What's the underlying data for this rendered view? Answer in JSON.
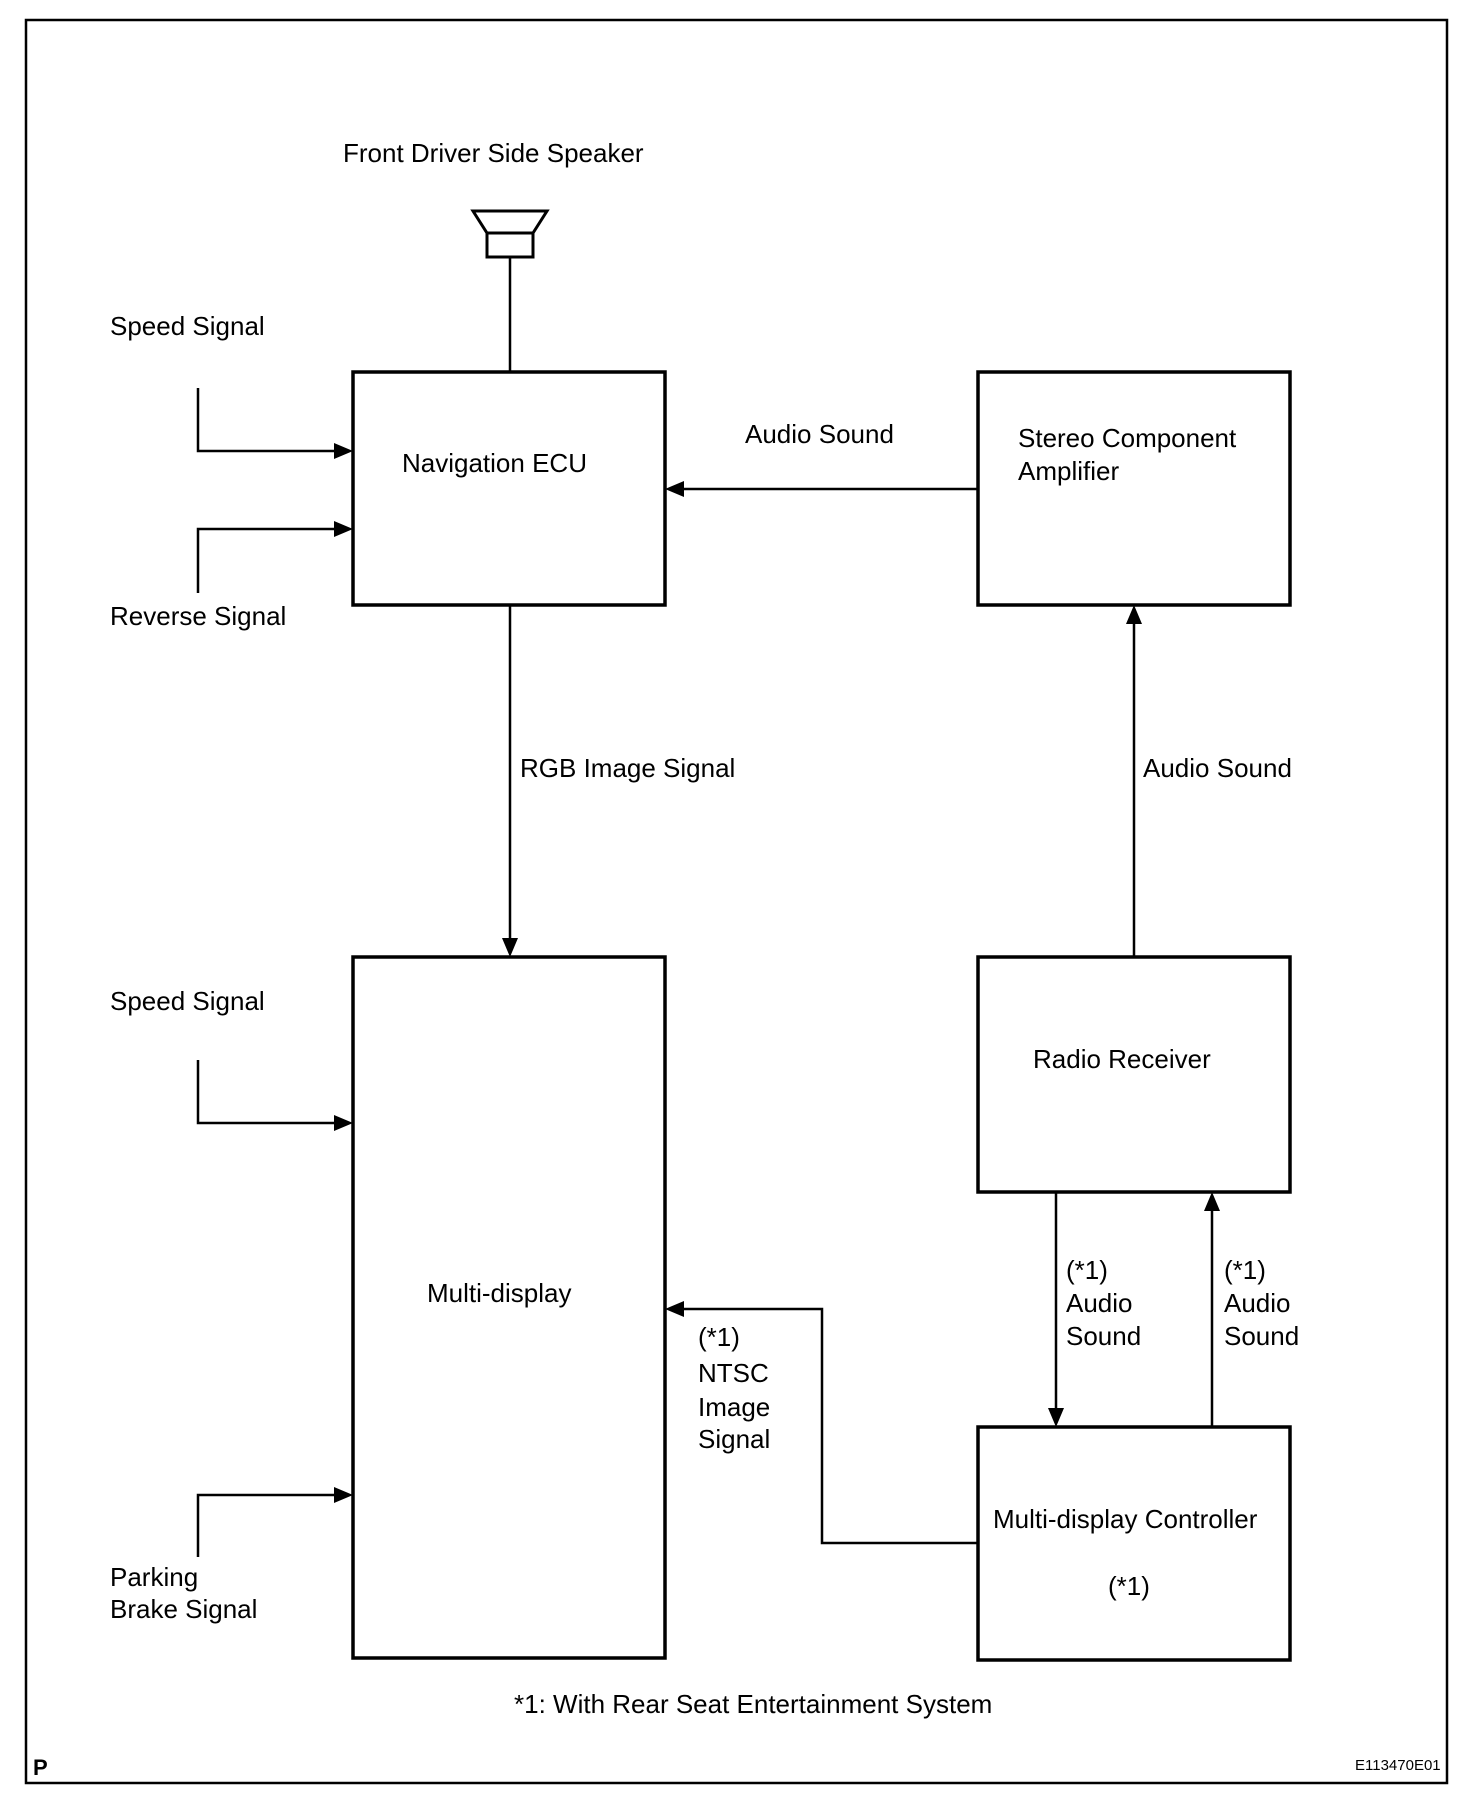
{
  "header": {
    "speaker_label": "Front Driver Side Speaker"
  },
  "inputs": {
    "nav_speed": "Speed Signal",
    "nav_reverse": "Reverse Signal",
    "md_speed": "Speed Signal",
    "md_parking_line1": "Parking",
    "md_parking_line2": "Brake Signal"
  },
  "blocks": {
    "navigation_ecu": "Navigation ECU",
    "stereo_line1": "Stereo Component",
    "stereo_line2": "Amplifier",
    "multi_display": "Multi-display",
    "radio_receiver": "Radio Receiver",
    "md_controller": "Multi-display Controller",
    "md_controller_note": "(*1)"
  },
  "signals": {
    "audio_to_nav": "Audio Sound",
    "rgb_image": "RGB Image Signal",
    "audio_to_amp": "Audio Sound",
    "down_note": "(*1)",
    "down_line1": "Audio",
    "down_line2": "Sound",
    "up_note": "(*1)",
    "up_line1": "Audio",
    "up_line2": "Sound",
    "ntsc_note": "(*1)",
    "ntsc_line1": "NTSC",
    "ntsc_line2": "Image",
    "ntsc_line3": "Signal"
  },
  "footer": {
    "note": "*1: With Rear Seat Entertainment System",
    "corner_mark": "P",
    "figure_code": "E113470E01"
  }
}
